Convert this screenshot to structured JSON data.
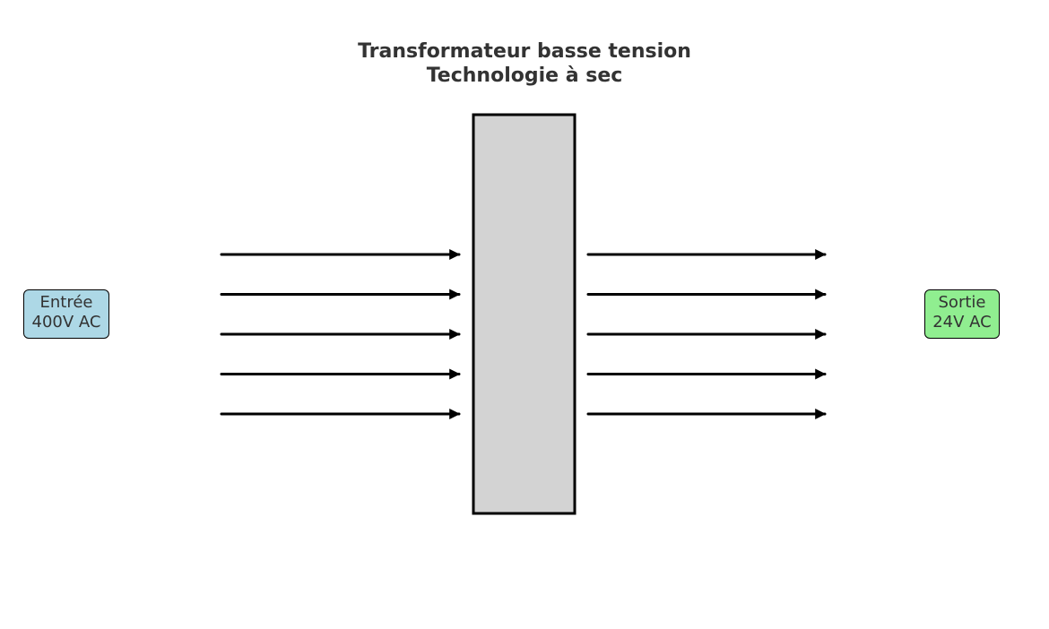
{
  "title": {
    "line1": "Transformateur basse tension",
    "line2": "Technologie à sec"
  },
  "input": {
    "line1": "Entrée",
    "line2": "400V AC",
    "color": "#add8e6"
  },
  "output": {
    "line1": "Sortie",
    "line2": "24V AC",
    "color": "#90ee90"
  },
  "transformer": {
    "color": "#d3d3d3"
  },
  "arrows": {
    "left_count": 5,
    "right_count": 5
  }
}
